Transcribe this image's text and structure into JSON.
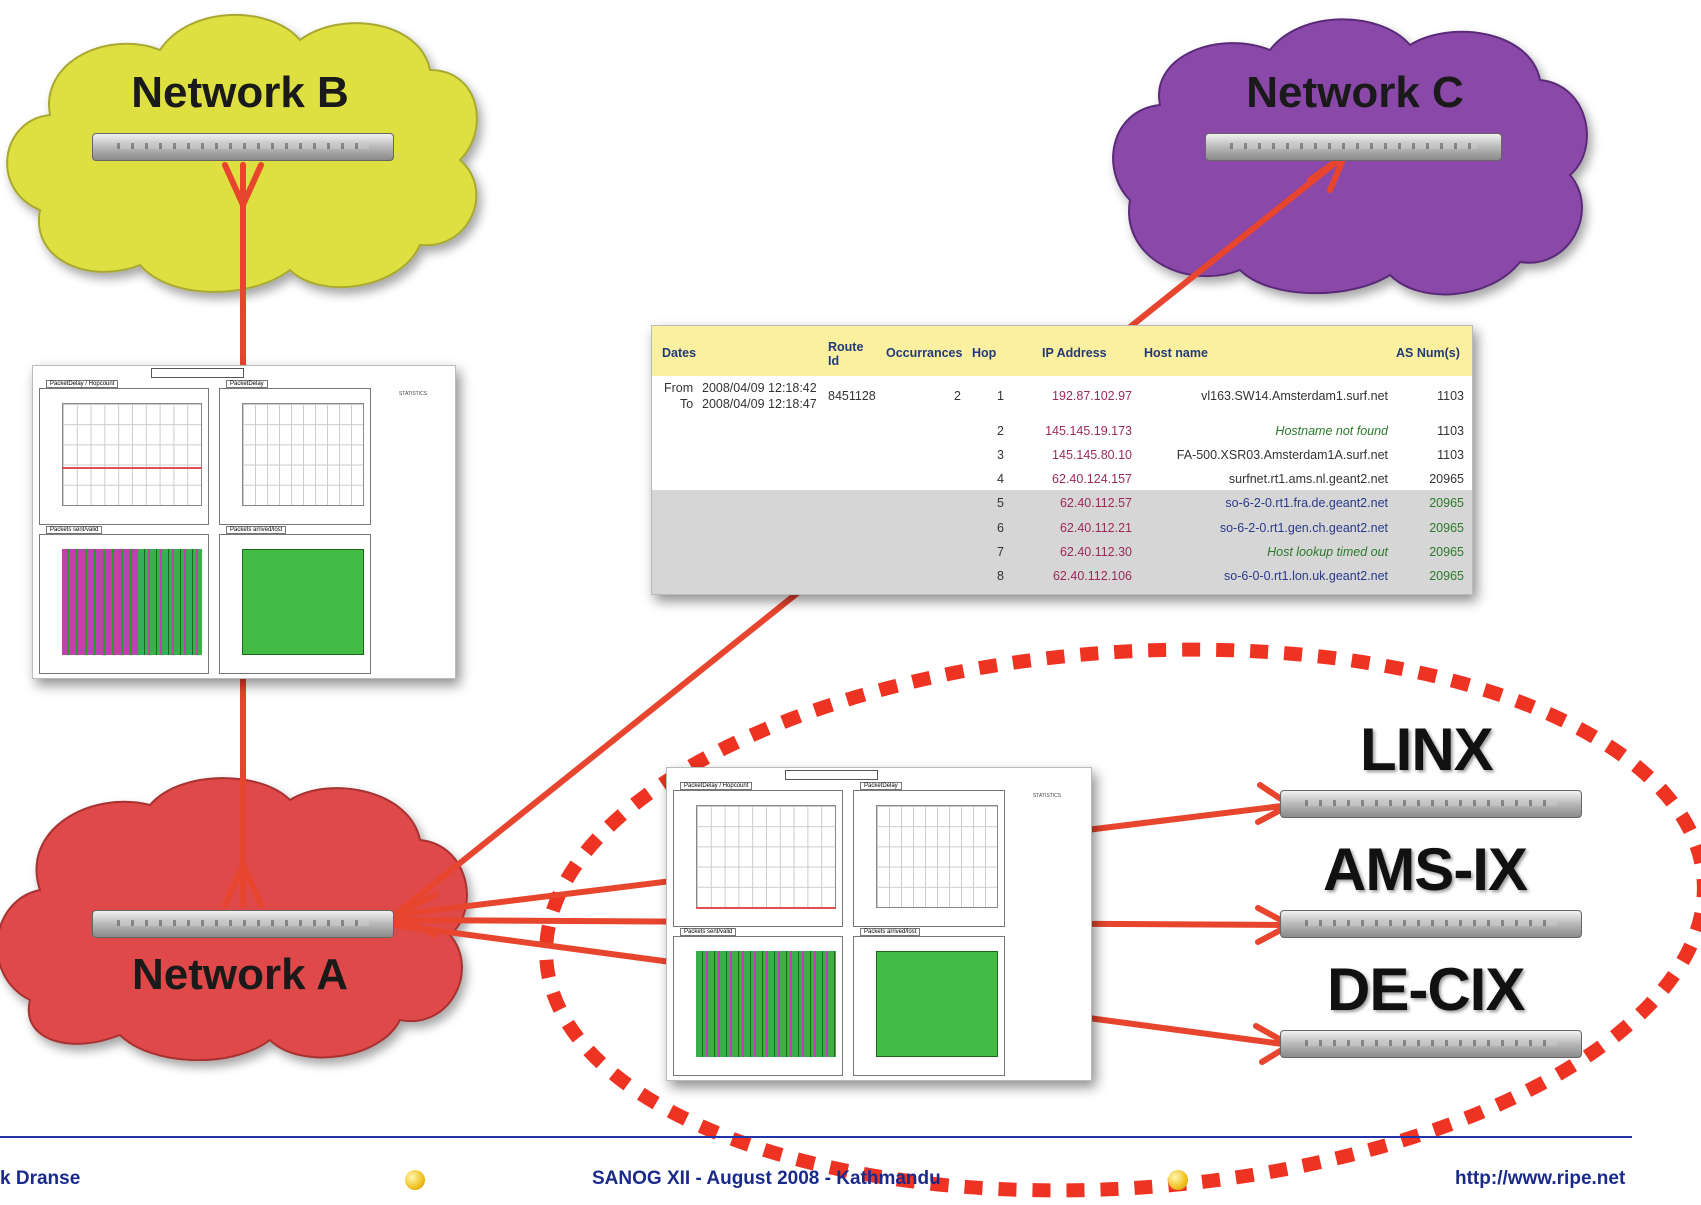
{
  "clouds": [
    {
      "name": "Network B",
      "color": "#dde040"
    },
    {
      "name": "Network C",
      "color": "#8a4aa8"
    },
    {
      "name": "Network A",
      "color": "#e04848"
    }
  ],
  "exchanges": [
    "LINX",
    "AMS-IX",
    "DE-CIX"
  ],
  "traceroute": {
    "headers": {
      "dates": "Dates",
      "route_id_1": "Route",
      "route_id_2": "Id",
      "occurrances": "Occurrances",
      "hop": "Hop",
      "ip": "IP Address",
      "host": "Host name",
      "as": "AS Num(s)"
    },
    "from_label": "From",
    "from_date": "2008/04/09 12:18:42",
    "to_label": "To",
    "to_date": "2008/04/09 12:18:47",
    "route_id": "8451128",
    "occurrances": "2",
    "rows": [
      {
        "hop": "1",
        "ip": "192.87.102.97",
        "host": "vl163.SW14.Amsterdam1.surf.net",
        "as": "1103"
      },
      {
        "hop": "2",
        "ip": "145.145.19.173",
        "host": "Hostname not found",
        "as": "1103"
      },
      {
        "hop": "3",
        "ip": "145.145.80.10",
        "host": "FA-500.XSR03.Amsterdam1A.surf.net",
        "as": "1103"
      },
      {
        "hop": "4",
        "ip": "62.40.124.157",
        "host": "surfnet.rt1.ams.nl.geant2.net",
        "as": "20965"
      },
      {
        "hop": "5",
        "ip": "62.40.112.57",
        "host": "so-6-2-0.rt1.fra.de.geant2.net",
        "as": "20965"
      },
      {
        "hop": "6",
        "ip": "62.40.112.21",
        "host": "so-6-2-0.rt1.gen.ch.geant2.net",
        "as": "20965"
      },
      {
        "hop": "7",
        "ip": "62.40.112.30",
        "host": "Host lookup timed out",
        "as": "20965"
      },
      {
        "hop": "8",
        "ip": "62.40.112.106",
        "host": "so-6-0-0.rt1.lon.uk.geant2.net",
        "as": "20965"
      }
    ]
  },
  "graph_panels": {
    "panel_titles": [
      "PacketDelay / Hopcount",
      "PacketDelay",
      "Packets sent/valid",
      "Packets arrived/lost"
    ],
    "stats_title": "STATISTICS"
  },
  "footer": {
    "left": "k Dranse",
    "center": "SANOG XII - August 2008 - Kathmandu",
    "right": "http://www.ripe.net",
    "line_color": "#2233aa"
  },
  "colors": {
    "link_red": "#e8452e",
    "header_yellow": "#faf0a0"
  }
}
